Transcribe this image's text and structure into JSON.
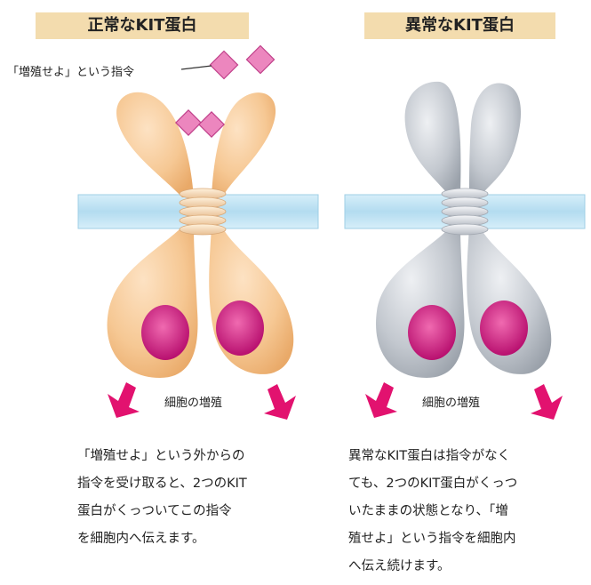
{
  "panels": [
    {
      "title": "正常なKIT蛋白",
      "callout_label": "「増殖せよ」という指令",
      "cell_label": "細胞の増殖",
      "description_lines": [
        "「増殖せよ」という外からの",
        "指令を受け取ると、2つのKIT",
        "蛋白がくっついてこの指令",
        "を細胞内へ伝えます。"
      ],
      "protein_color": "#f5c48c"
    },
    {
      "title": "異常なKIT蛋白",
      "cell_label": "細胞の増殖",
      "description_lines": [
        "異常なKIT蛋白は指令がなく",
        "ても、2つのKIT蛋白がくっつ",
        "いたままの状態となり、「増",
        "殖せよ」という指令を細胞内",
        "へ伝え続けます。"
      ],
      "protein_color": "#b9bfc6"
    }
  ],
  "colors": {
    "title_bg": "#f3dcae",
    "membrane": "#b8e0f2",
    "signal": "#e879b8",
    "nucleus": "#cc1f82",
    "arrow": "#e2126f"
  }
}
